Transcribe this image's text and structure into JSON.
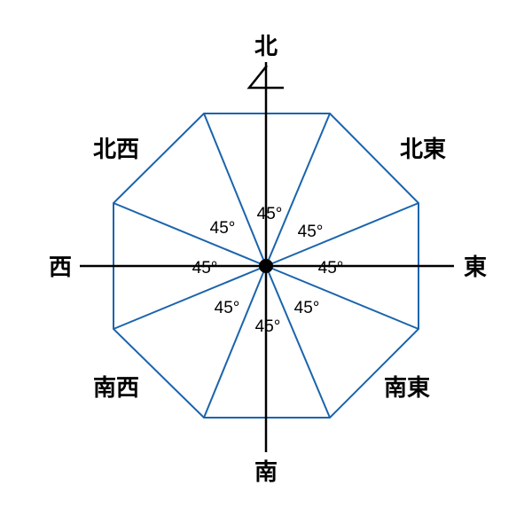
{
  "directions": {
    "north": "北",
    "south": "南",
    "east": "東",
    "west": "西",
    "northeast": "北東",
    "northwest": "北西",
    "southeast": "南東",
    "southwest": "南西"
  },
  "angles": {
    "a1": "45°",
    "a2": "45°",
    "a3": "45°",
    "a4": "45°",
    "a5": "45°",
    "a6": "45°",
    "a7": "45°",
    "a8": "45°"
  },
  "colors": {
    "octagon": "#1a64ad",
    "axes": "#000000"
  }
}
